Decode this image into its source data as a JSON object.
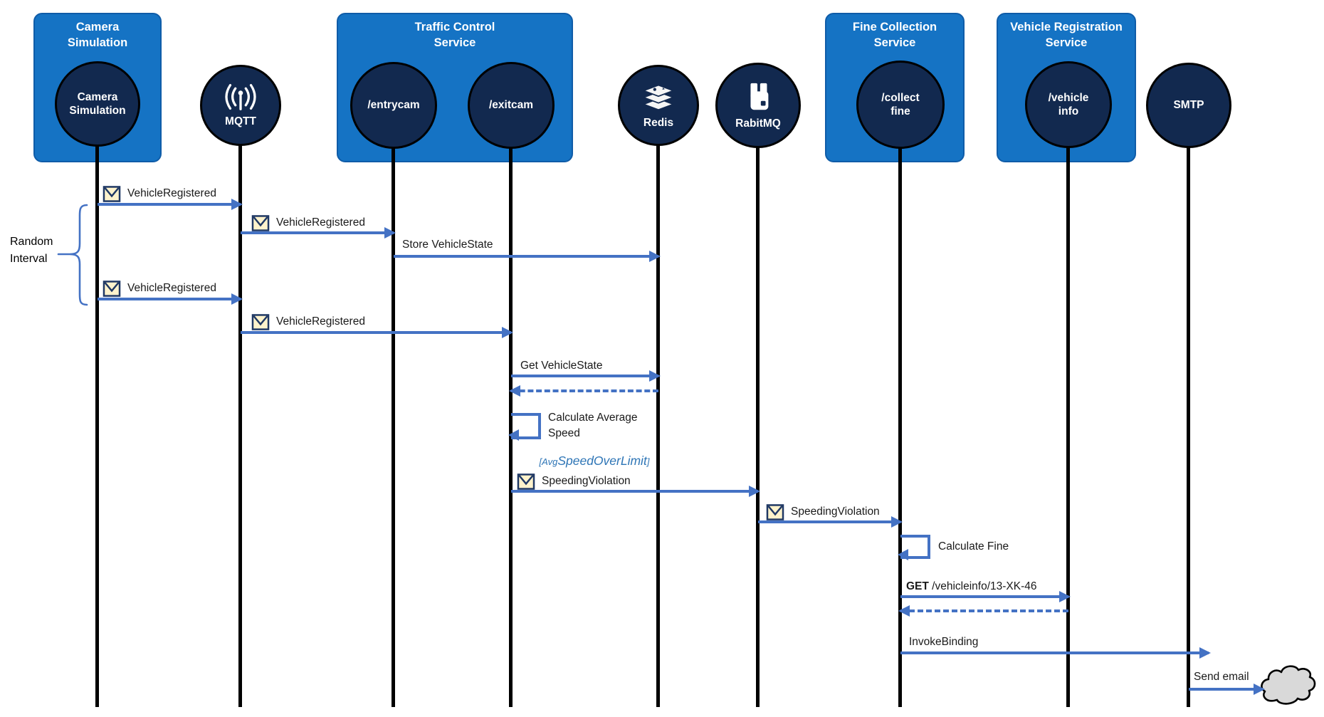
{
  "diagram_type": "sequence-diagram",
  "participants": {
    "camera_box_title": "Camera Simulation",
    "camera_node": "Camera Simulation",
    "mqtt": "MQTT",
    "traffic_box_title": "Traffic Control Service",
    "entrycam": "/entrycam",
    "exitcam": "/exitcam",
    "redis": "Redis",
    "rabitmq": "RabitMQ",
    "fine_box_title": "Fine Collection Service",
    "collectfine": "/collect fine",
    "vehicle_box_title": "Vehicle Registration Service",
    "vehicleinfo": "/vehicle info",
    "smtp": "SMTP"
  },
  "messages": {
    "m1": {
      "label": "VehicleRegistered",
      "from": "Camera Simulation",
      "to": "MQTT",
      "icon": "envelope",
      "style": "solid"
    },
    "m2": {
      "label": "VehicleRegistered",
      "from": "MQTT",
      "to": "/entrycam",
      "icon": "envelope",
      "style": "solid"
    },
    "m3": {
      "label": "Store VehicleState",
      "from": "/entrycam",
      "to": "Redis",
      "style": "solid"
    },
    "m4": {
      "label": "VehicleRegistered",
      "from": "Camera Simulation",
      "to": "MQTT",
      "icon": "envelope",
      "style": "solid"
    },
    "m5": {
      "label": "VehicleRegistered",
      "from": "MQTT",
      "to": "/exitcam",
      "icon": "envelope",
      "style": "solid"
    },
    "m6": {
      "label": "Get VehicleState",
      "from": "/exitcam",
      "to": "Redis",
      "style": "solid"
    },
    "m7": {
      "label": "",
      "from": "Redis",
      "to": "/exitcam",
      "style": "dashed-return"
    },
    "m8": {
      "label": "Calculate Average Speed",
      "from": "/exitcam",
      "to": "/exitcam",
      "style": "self-loop"
    },
    "m9_guard": {
      "prefix": "[Avg",
      "main": "SpeedOverLimit",
      "suffix": "]"
    },
    "m10": {
      "label": "SpeedingViolation",
      "from": "/exitcam",
      "to": "RabitMQ",
      "icon": "envelope",
      "style": "solid"
    },
    "m11": {
      "label": "SpeedingViolation",
      "from": "RabitMQ",
      "to": "/collect fine",
      "icon": "envelope",
      "style": "solid"
    },
    "m12": {
      "label": "Calculate Fine",
      "from": "/collect fine",
      "to": "/collect fine",
      "style": "self-loop"
    },
    "m13": {
      "method": "GET",
      "path": " /vehicleinfo/13-XK-46",
      "from": "/collect fine",
      "to": "/vehicle info",
      "style": "solid"
    },
    "m14": {
      "label": "",
      "from": "/vehicle info",
      "to": "/collect fine",
      "style": "dashed-return"
    },
    "m15": {
      "label": "InvokeBinding",
      "from": "/collect fine",
      "to": "SMTP",
      "style": "solid"
    },
    "m16": {
      "label": "Send email",
      "from": "SMTP",
      "to": "cloud",
      "style": "solid"
    }
  },
  "annotations": {
    "random_interval": "Random Interval"
  },
  "icons": {
    "envelope": "envelope-icon",
    "mqtt": "broadcast-antenna-icon",
    "redis": "redis-stack-icon",
    "rabitmq": "rabbitmq-icon",
    "cloud": "cloud-icon"
  },
  "colors": {
    "service_box_fill": "#1573C4",
    "service_box_border": "#0F5CA8",
    "node_circle_fill": "#12294F",
    "node_circle_border": "#000000",
    "arrow": "#4472C4",
    "guard_text": "#2E75B6",
    "envelope_fill": "#FFF3CC",
    "envelope_border": "#1F3864",
    "cloud_fill": "#D9D9D9",
    "lifeline": "#000000",
    "title_text": "#FFFFFF",
    "label_text": "#1A1A1A"
  }
}
